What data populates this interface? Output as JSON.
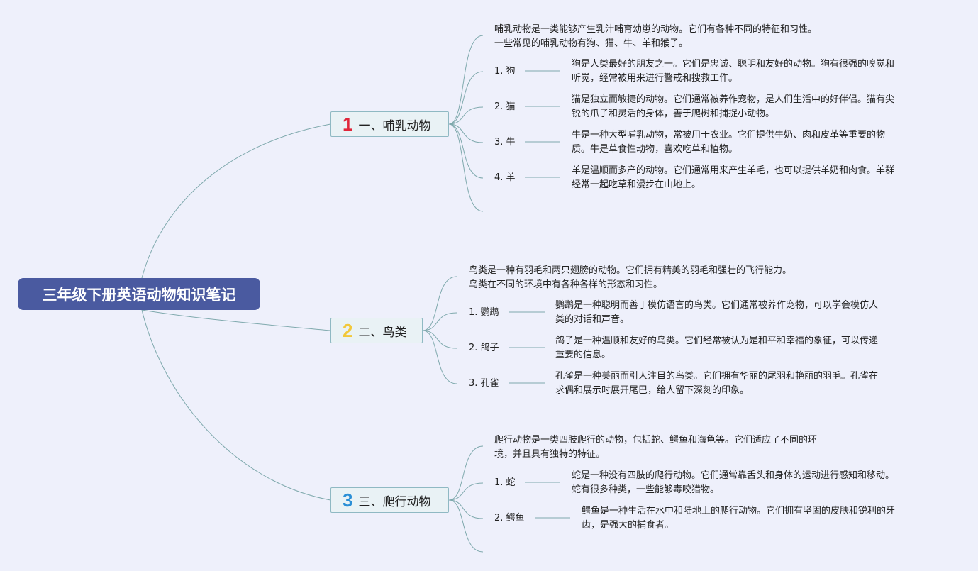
{
  "root": {
    "title": "三年级下册英语动物知识笔记"
  },
  "branches": [
    {
      "number": "1",
      "number_color": "#e0263a",
      "label": "一、哺乳动物",
      "intro": [
        "哺乳动物是一类能够产生乳汁哺育幼崽的动物。它们有各种不同的特征和习性。",
        "一些常见的哺乳动物有狗、猫、牛、羊和猴子。"
      ],
      "items": [
        {
          "label": "1. 狗",
          "desc": [
            "狗是人类最好的朋友之一。它们是忠诚、聪明和友好的动物。狗有很强的嗅觉和",
            "听觉，经常被用来进行警戒和搜救工作。"
          ]
        },
        {
          "label": "2. 猫",
          "desc": [
            "猫是独立而敏捷的动物。它们通常被养作宠物，是人们生活中的好伴侣。猫有尖",
            "锐的爪子和灵活的身体，善于爬树和捕捉小动物。"
          ]
        },
        {
          "label": "3. 牛",
          "desc": [
            "牛是一种大型哺乳动物，常被用于农业。它们提供牛奶、肉和皮革等重要的物",
            "质。牛是草食性动物，喜欢吃草和植物。"
          ]
        },
        {
          "label": "4. 羊",
          "desc": [
            "羊是温顺而多产的动物。它们通常用来产生羊毛，也可以提供羊奶和肉食。羊群",
            "经常一起吃草和漫步在山地上。"
          ]
        }
      ]
    },
    {
      "number": "2",
      "number_color": "#f2c83a",
      "label": "二、鸟类",
      "intro": [
        "鸟类是一种有羽毛和两只翅膀的动物。它们拥有精美的羽毛和强壮的飞行能力。",
        "鸟类在不同的环境中有各种各样的形态和习性。"
      ],
      "items": [
        {
          "label": "1. 鹦鹉",
          "desc": [
            "鹦鹉是一种聪明而善于模仿语言的鸟类。它们通常被养作宠物，可以学会模仿人",
            "类的对话和声音。"
          ]
        },
        {
          "label": "2. 鸽子",
          "desc": [
            "鸽子是一种温顺和友好的鸟类。它们经常被认为是和平和幸福的象征，可以传递",
            "重要的信息。"
          ]
        },
        {
          "label": "3. 孔雀",
          "desc": [
            "孔雀是一种美丽而引人注目的鸟类。它们拥有华丽的尾羽和艳丽的羽毛。孔雀在",
            "求偶和展示时展开尾巴，给人留下深刻的印象。"
          ]
        }
      ]
    },
    {
      "number": "3",
      "number_color": "#2b8fd6",
      "label": "三、爬行动物",
      "intro": [
        "爬行动物是一类四肢爬行的动物，包括蛇、鳄鱼和海龟等。它们适应了不同的环",
        "境，并且具有独特的特征。"
      ],
      "items": [
        {
          "label": "1. 蛇",
          "desc": [
            "蛇是一种没有四肢的爬行动物。它们通常靠舌头和身体的运动进行感知和移动。",
            "蛇有很多种类，一些能够毒咬猎物。"
          ]
        },
        {
          "label": "2. 鳄鱼",
          "desc": [
            "鳄鱼是一种生活在水中和陆地上的爬行动物。它们拥有坚固的皮肤和锐利的牙",
            "齿，是强大的捕食者。"
          ]
        }
      ]
    }
  ],
  "colors": {
    "background": "#eef0fb",
    "root_fill": "#4a5aa0",
    "branch_fill": "#e9f2f5",
    "branch_border": "#8fb9c3",
    "line": "#7fa9ad"
  }
}
